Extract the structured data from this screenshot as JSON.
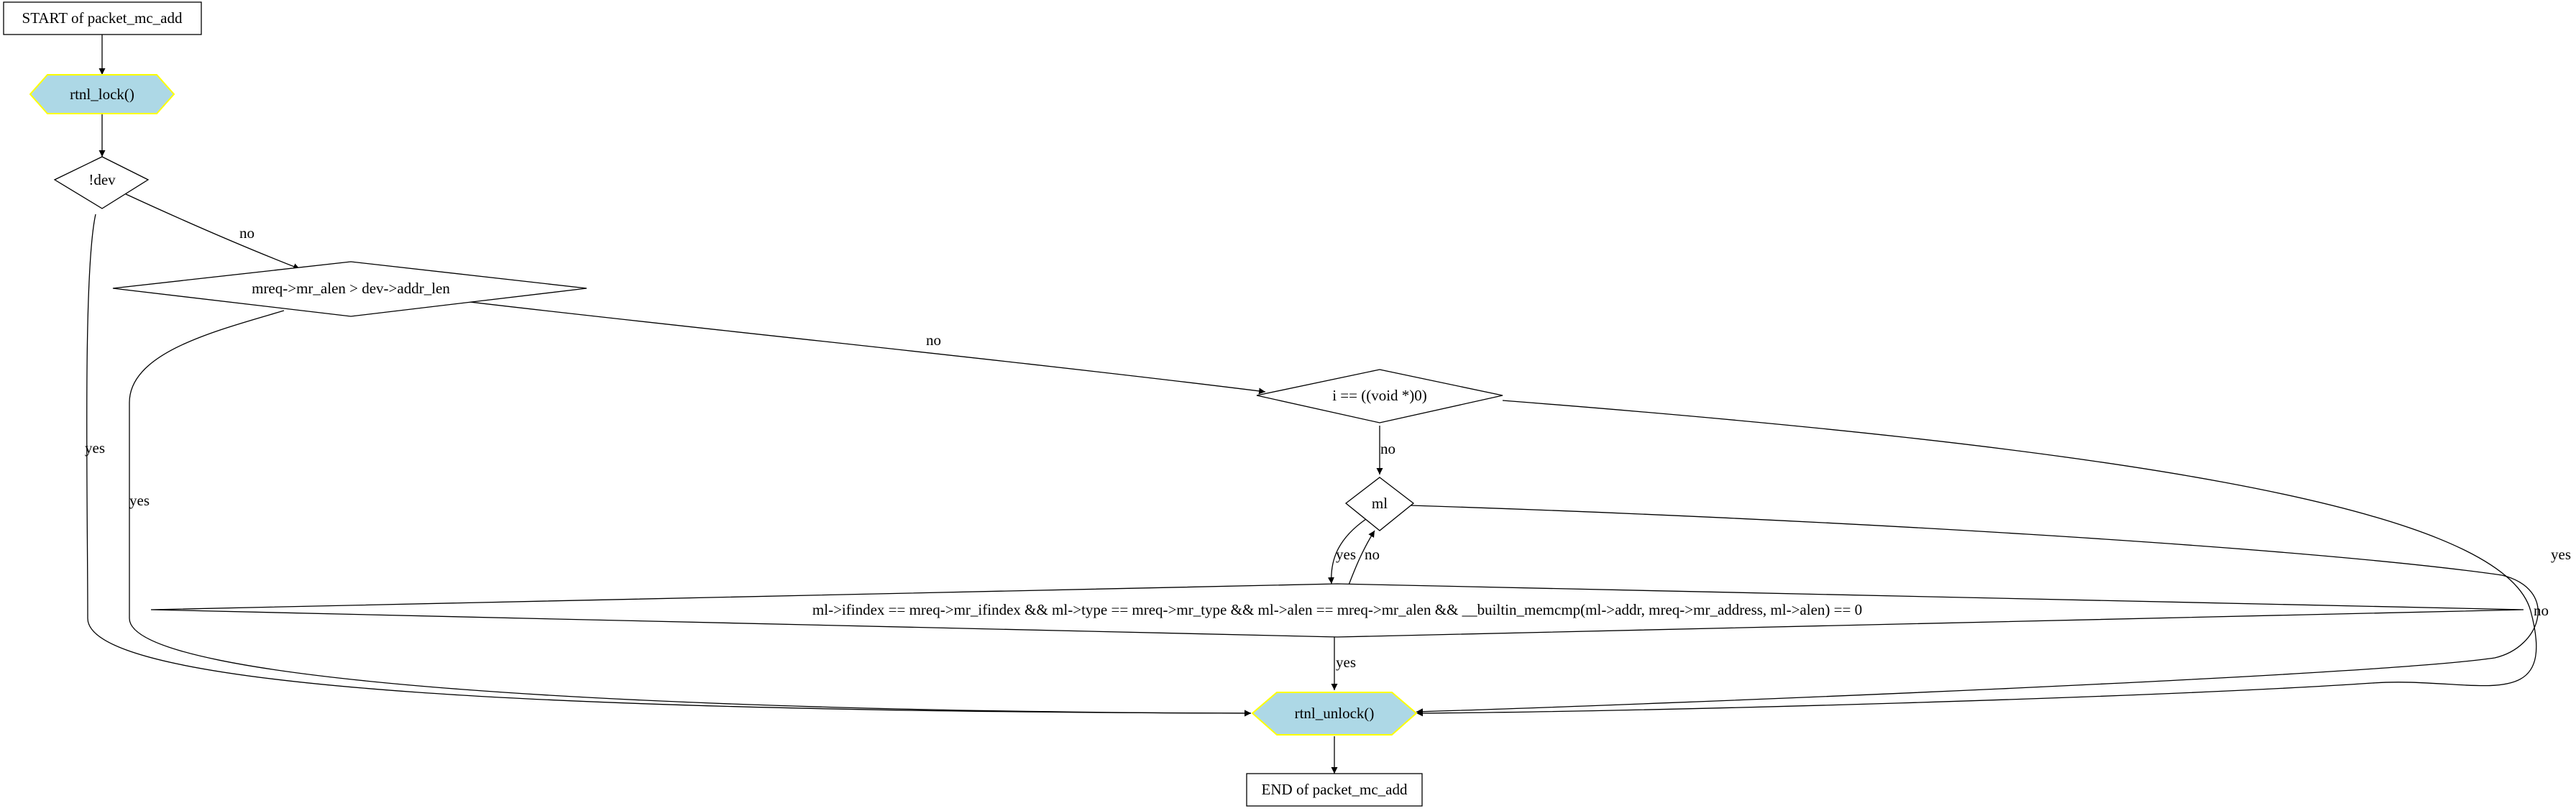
{
  "diagram": {
    "nodes": {
      "start": {
        "label": "START of packet_mc_add",
        "shape": "box"
      },
      "lock": {
        "label": "rtnl_lock()",
        "shape": "hexagon"
      },
      "dev_check": {
        "label": "!dev",
        "shape": "diamond"
      },
      "alen_check": {
        "label": "mreq->mr_alen > dev->addr_len",
        "shape": "diamond"
      },
      "i_check": {
        "label": "i == ((void *)0)",
        "shape": "diamond"
      },
      "ml_check": {
        "label": "ml",
        "shape": "diamond"
      },
      "match_check": {
        "label": "ml->ifindex == mreq->mr_ifindex && ml->type == mreq->mr_type && ml->alen == mreq->mr_alen && __builtin_memcmp(ml->addr, mreq->mr_address, ml->alen) == 0",
        "shape": "diamond"
      },
      "unlock": {
        "label": "rtnl_unlock()",
        "shape": "hexagon"
      },
      "end": {
        "label": "END of packet_mc_add",
        "shape": "box"
      }
    },
    "edges": {
      "dev_no": "no",
      "dev_yes": "yes",
      "alen_no": "no",
      "alen_yes": "yes",
      "i_no": "no",
      "i_yes": "yes",
      "ml_yes": "yes",
      "ml_no": "no",
      "match_no": "no",
      "match_yes": "yes"
    },
    "colors": {
      "hexagon_fill": "#add8e6",
      "hexagon_stroke": "#ffff00",
      "stroke": "#000000"
    }
  }
}
